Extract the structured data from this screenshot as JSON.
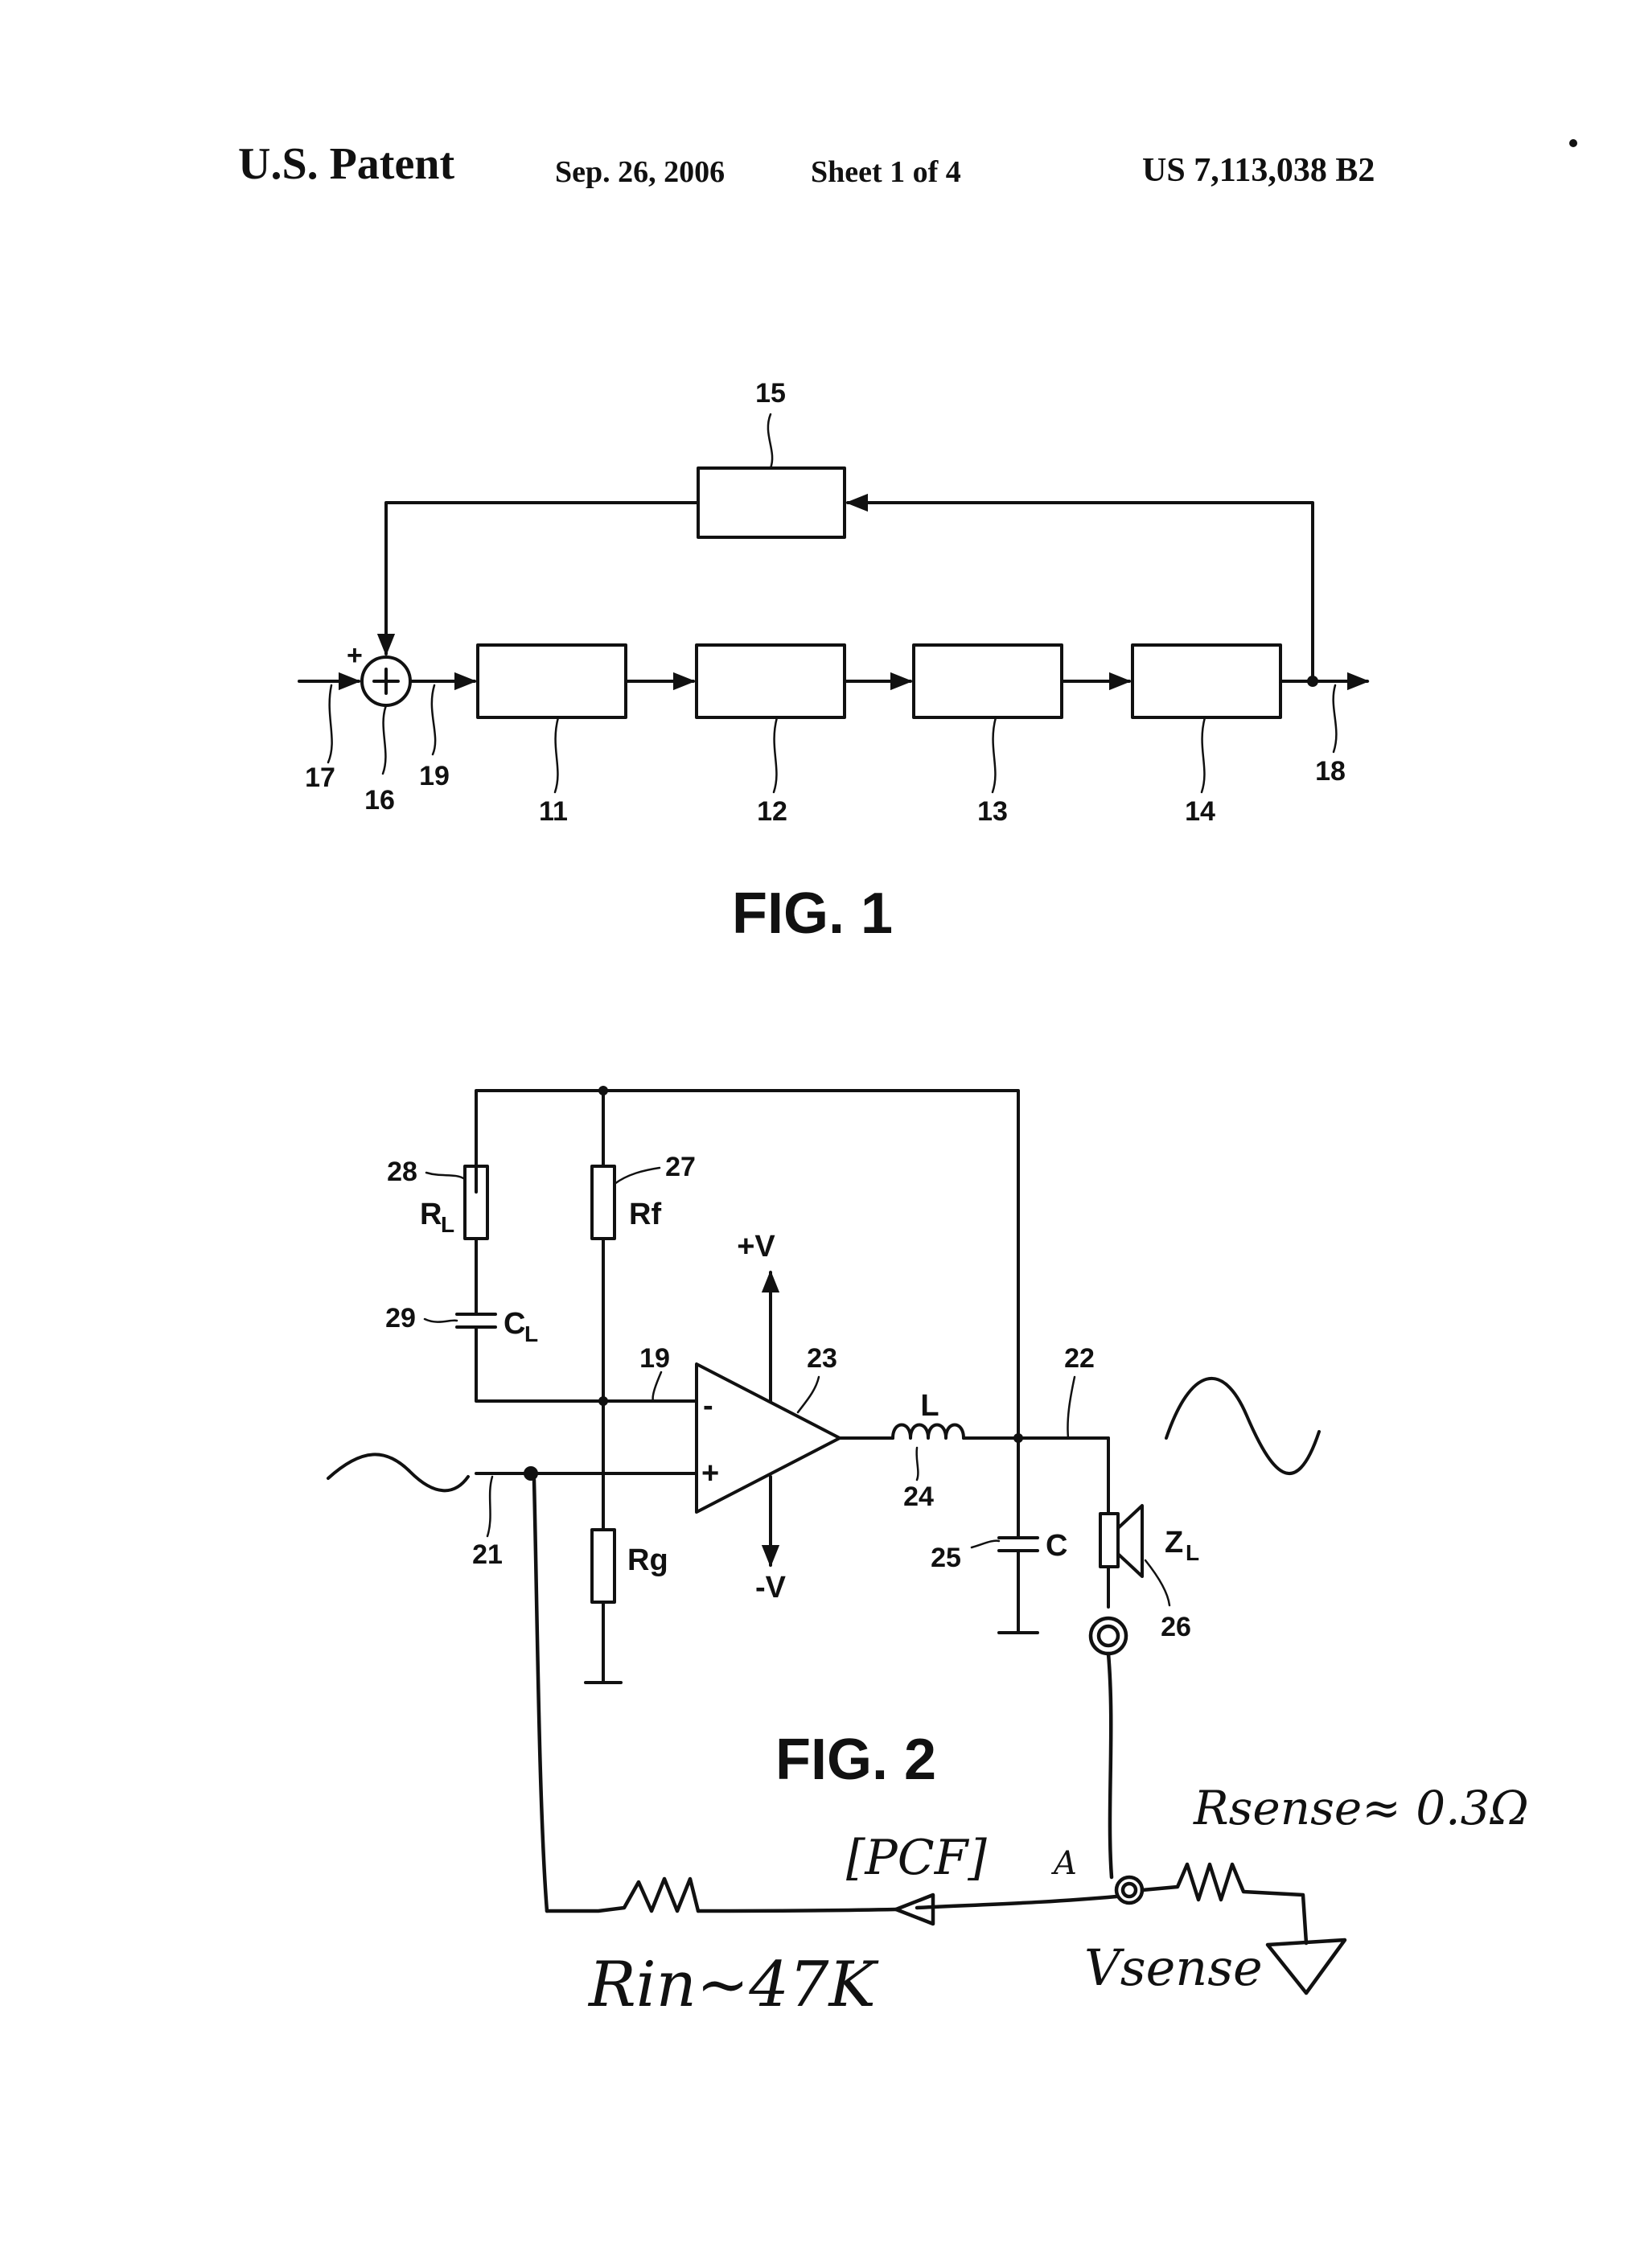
{
  "header": {
    "patent_label": "U.S. Patent",
    "date": "Sep. 26, 2006",
    "sheet": "Sheet 1 of 4",
    "patent_number": "US 7,113,038 B2"
  },
  "fig1": {
    "caption": "FIG. 1",
    "plus_sign": "+",
    "refs": {
      "r11": "11",
      "r12": "12",
      "r13": "13",
      "r14": "14",
      "r15": "15",
      "r16": "16",
      "r17": "17",
      "r18": "18",
      "r19": "19"
    }
  },
  "fig2": {
    "caption": "FIG. 2",
    "refs": {
      "r19": "19",
      "r21": "21",
      "r22": "22",
      "r23": "23",
      "r24": "24",
      "r25": "25",
      "r26": "26",
      "r27": "27",
      "r28": "28",
      "r29": "29"
    },
    "labels": {
      "rl": "R",
      "rl_sub": "L",
      "cl": "C",
      "cl_sub": "L",
      "rf": "Rf",
      "rg": "Rg",
      "pos_supply": "+V",
      "neg_supply": "-V",
      "minus_input": "-",
      "plus_input": "+",
      "inductor": "L",
      "capacitor": "C",
      "load": "Z",
      "load_sub": "L"
    },
    "annotations": {
      "r_sense": "Rsense≈ 0.3Ω",
      "pcf": "[PCF]",
      "v_sense": "Vsense",
      "r_in": "Rin~47K",
      "node_mark": "A"
    }
  }
}
